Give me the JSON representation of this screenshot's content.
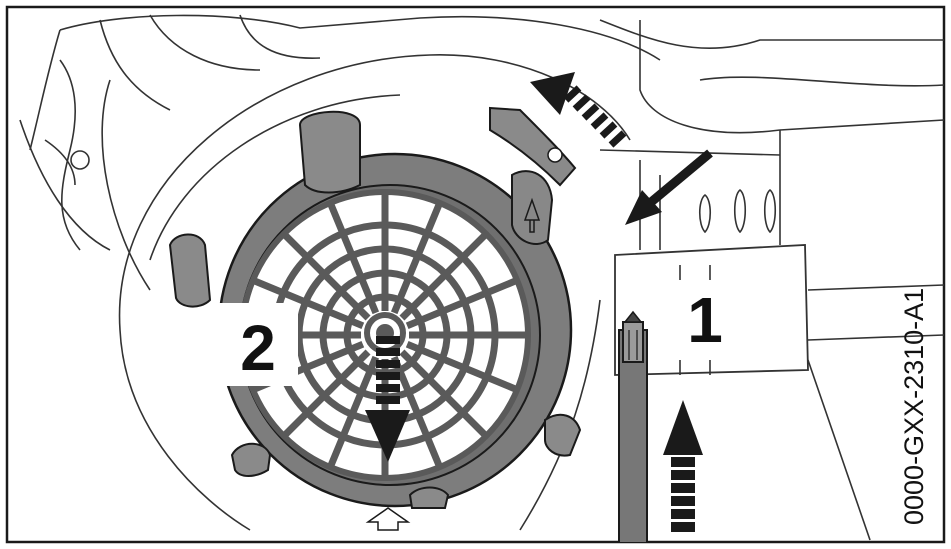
{
  "figure": {
    "step_1_label": "1",
    "step_2_label": "2",
    "figure_code": "0000-GXX-2310-A1"
  },
  "colors": {
    "line": "#1a1a1a",
    "cover_gray": "#7d7d7d",
    "background": "#ffffff"
  }
}
